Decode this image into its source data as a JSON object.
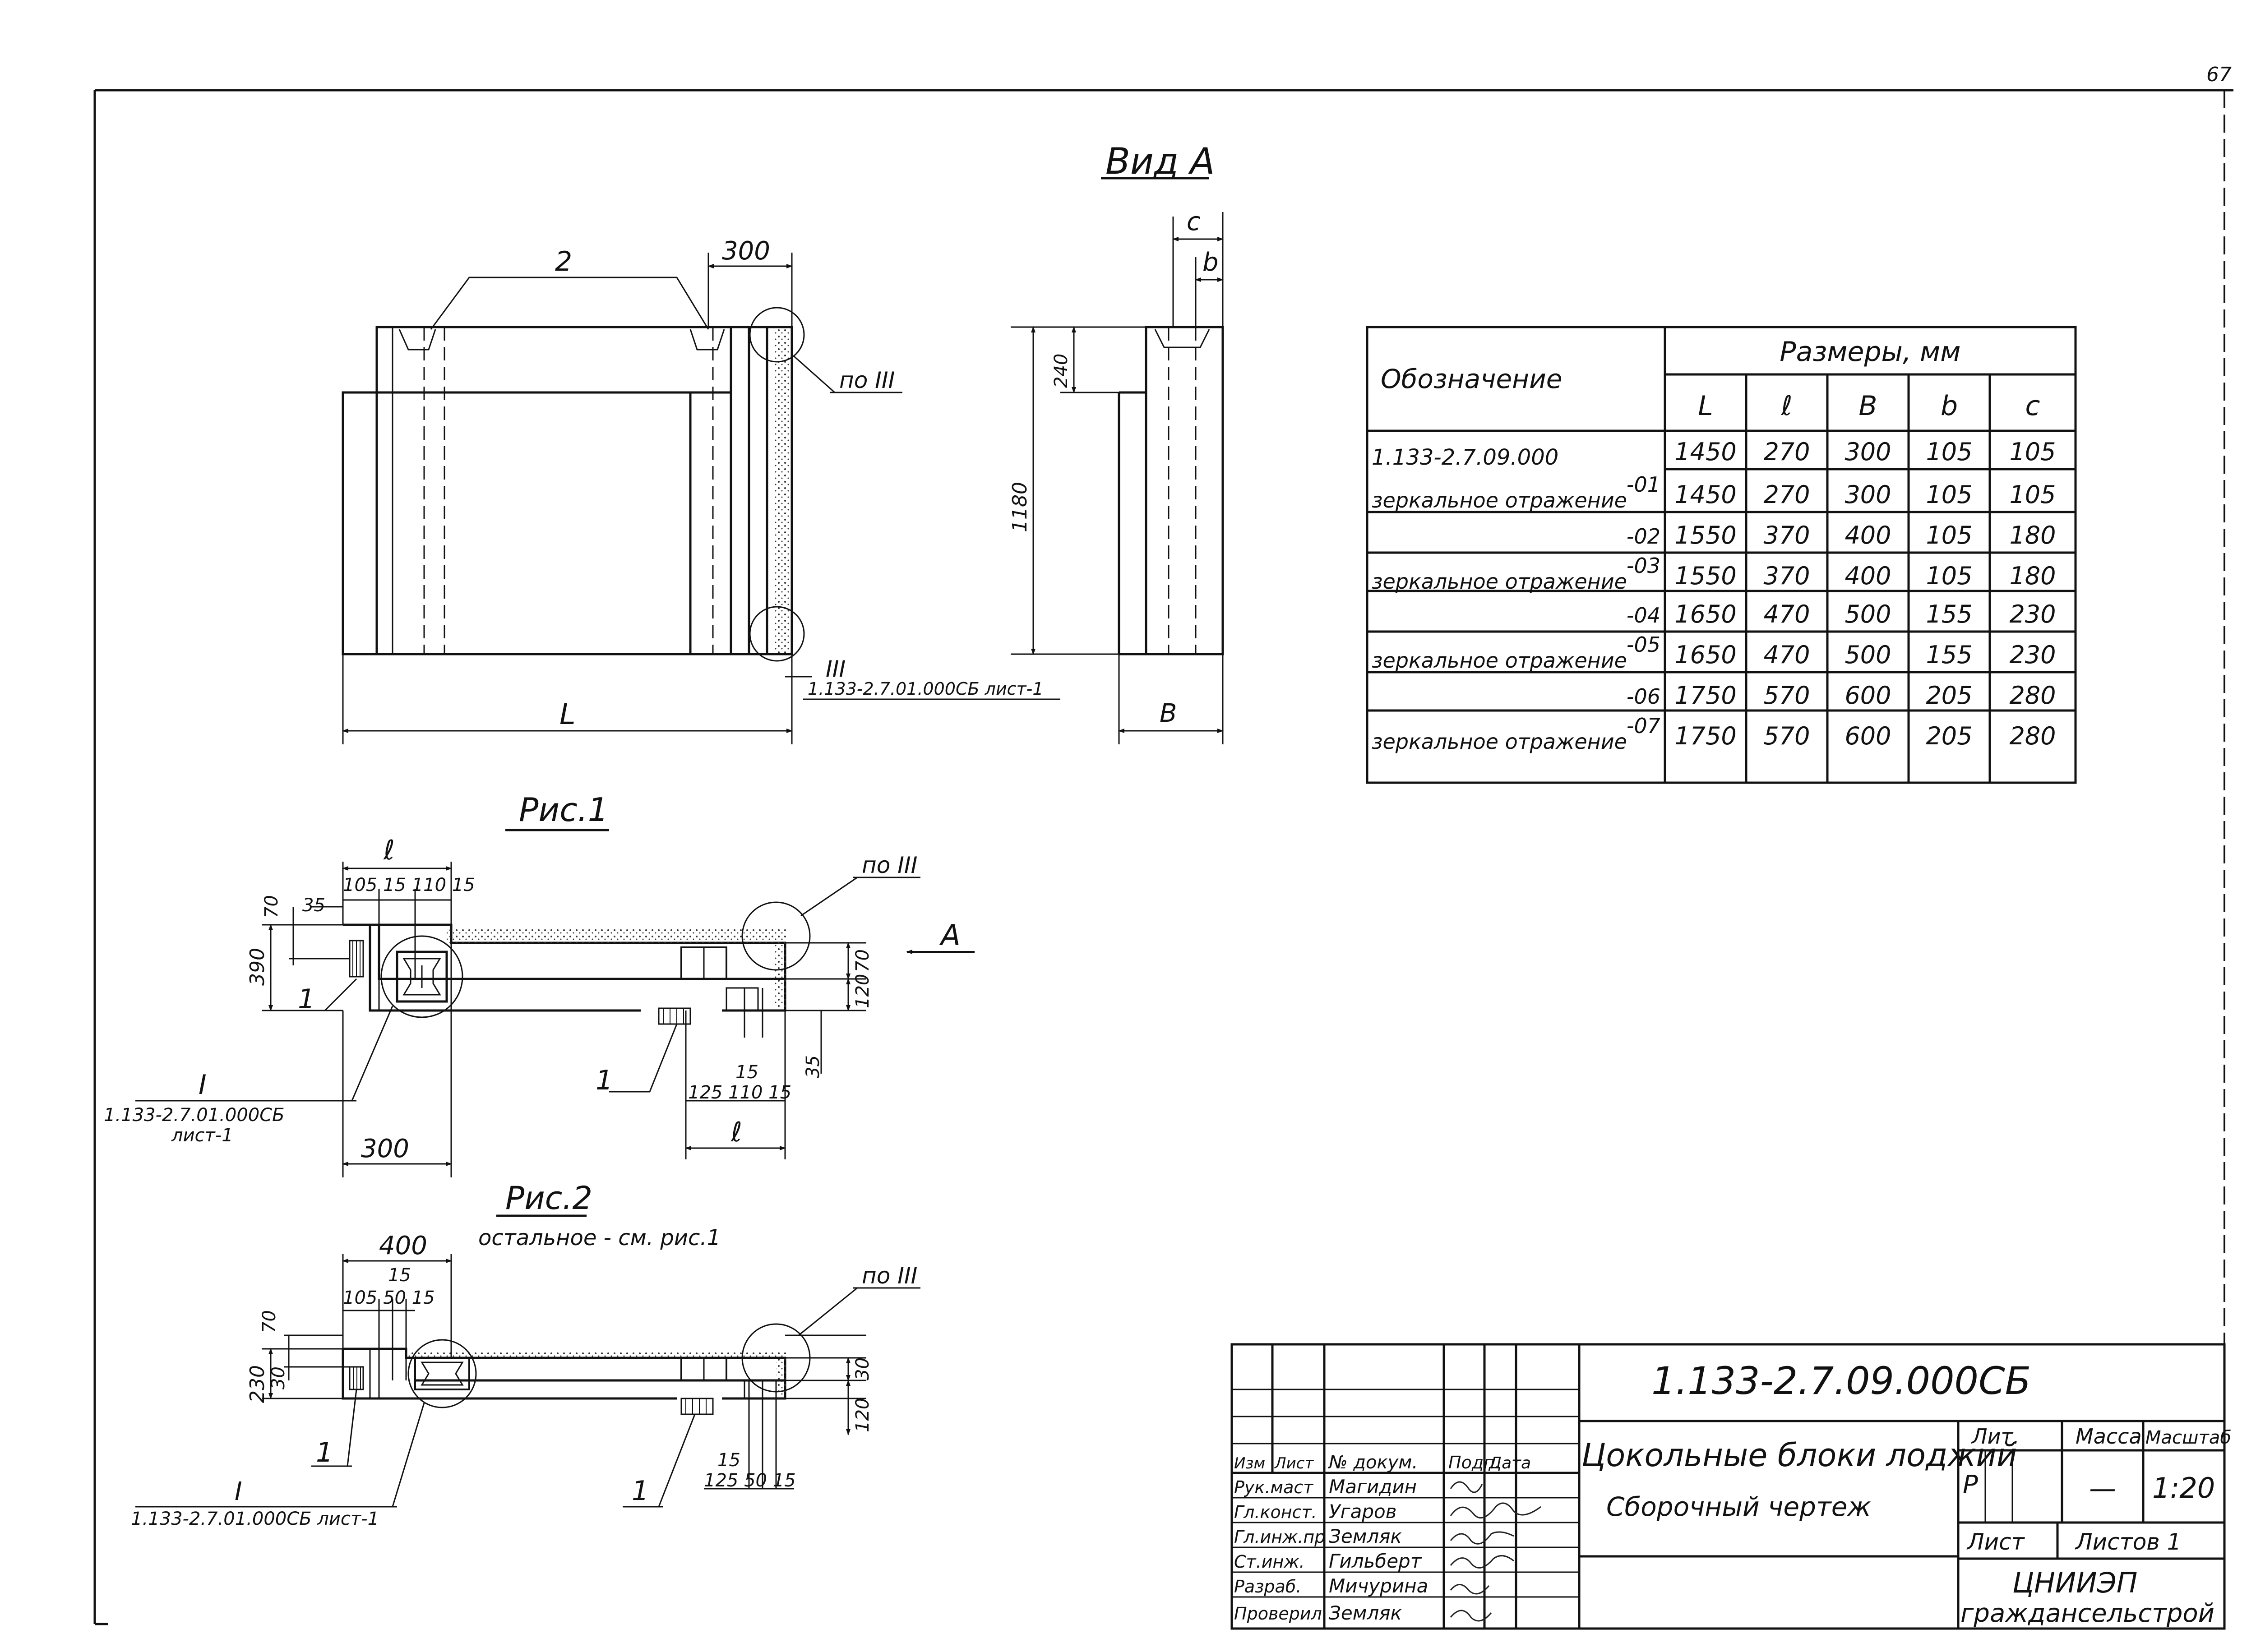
{
  "sheet": {
    "page_number": "67"
  },
  "view_a": {
    "title": "Вид А",
    "dim_300": "300",
    "callout_2": "2",
    "note_III_top": "по III",
    "dim_240": "240",
    "dim_1180": "1180",
    "dim_L": "L",
    "dim_B": "B",
    "dim_c": "c",
    "dim_b": "b",
    "marker_III": "III",
    "ref_sheet": "1.133-2.7.01.000СБ лист-1"
  },
  "fig1": {
    "title": "Рис.1",
    "dim_l": "ℓ",
    "dims_top": "105 15 110 15",
    "dim_70": "70",
    "dim_35": "35",
    "dim_390": "390",
    "dim_70r": "70",
    "dim_120": "120",
    "dim_35r": "35",
    "dims_bottom": "125 110 15",
    "dim_15": "15",
    "dim_l_bottom": "ℓ",
    "dim_300": "300",
    "note_III": "по III",
    "view_arrow": "А",
    "callout_1a": "1",
    "callout_1b": "1",
    "marker_I": "I",
    "ref": "1.133-2.7.01.000СБ",
    "ref_sheet": "лист-1"
  },
  "fig2": {
    "title": "Рис.2",
    "subtitle": "остальное - см. рис.1",
    "dim_400": "400",
    "dims_top": "105 50 15",
    "dim_15": "15",
    "dim_70": "70",
    "dim_30": "30",
    "dim_230": "230",
    "dim_30r": "30",
    "dim_120": "120",
    "dims_bottom": "125 50 15",
    "dim_15b": "15",
    "note_III": "по III",
    "callout_1a": "1",
    "callout_1b": "1",
    "marker_I": "I",
    "ref": "1.133-2.7.01.000СБ лист-1"
  },
  "dim_table": {
    "col_designation": "Обозначение",
    "group_header": "Размеры, мм",
    "col_headers": [
      "L",
      "ℓ",
      "В",
      "b",
      "c"
    ],
    "rows": [
      {
        "name": "1.133-2.7.09.000",
        "suffix": "",
        "values": [
          "1450",
          "270",
          "300",
          "105",
          "105"
        ]
      },
      {
        "name": "зеркальное отражение",
        "suffix": "-01",
        "values": [
          "1450",
          "270",
          "300",
          "105",
          "105"
        ]
      },
      {
        "name": "",
        "suffix": "-02",
        "values": [
          "1550",
          "370",
          "400",
          "105",
          "180"
        ]
      },
      {
        "name": "зеркальное отражение",
        "suffix": "-03",
        "values": [
          "1550",
          "370",
          "400",
          "105",
          "180"
        ]
      },
      {
        "name": "",
        "suffix": "-04",
        "values": [
          "1650",
          "470",
          "500",
          "155",
          "230"
        ]
      },
      {
        "name": "зеркальное отражение",
        "suffix": "-05",
        "values": [
          "1650",
          "470",
          "500",
          "155",
          "230"
        ]
      },
      {
        "name": "",
        "suffix": "-06",
        "values": [
          "1750",
          "570",
          "600",
          "205",
          "280"
        ]
      },
      {
        "name": "зеркальное отражение",
        "suffix": "-07",
        "values": [
          "1750",
          "570",
          "600",
          "205",
          "280"
        ]
      }
    ]
  },
  "title_block": {
    "doc_code": "1.133-2.7.09.000СБ",
    "title_line1": "Цокольные блоки лоджий",
    "title_line2": "Сборочный чертеж",
    "h_izm": "Изм",
    "h_list": "Лист",
    "h_doc": "№ докум.",
    "h_sign": "Подп.",
    "h_date": "Дата",
    "roles": [
      {
        "role": "Рук.маст",
        "name": "Магидин"
      },
      {
        "role": "Гл.конст.",
        "name": "Угаров"
      },
      {
        "role": "Гл.инж.пр",
        "name": "Земляк"
      },
      {
        "role": "Ст.инж.",
        "name": "Гильберт"
      },
      {
        "role": "Разраб.",
        "name": "Мичурина"
      },
      {
        "role": "Проверил",
        "name": "Земляк"
      }
    ],
    "h_lit": "Лит.",
    "h_mass": "Масса",
    "h_scale": "Масштаб",
    "lit_value": "Р",
    "mass_value": "—",
    "scale_value": "1:20",
    "sheet_label": "Лист",
    "sheets_label": "Листов 1",
    "org_line1": "ЦНИИЭП",
    "org_line2": "граждансельстрой"
  }
}
